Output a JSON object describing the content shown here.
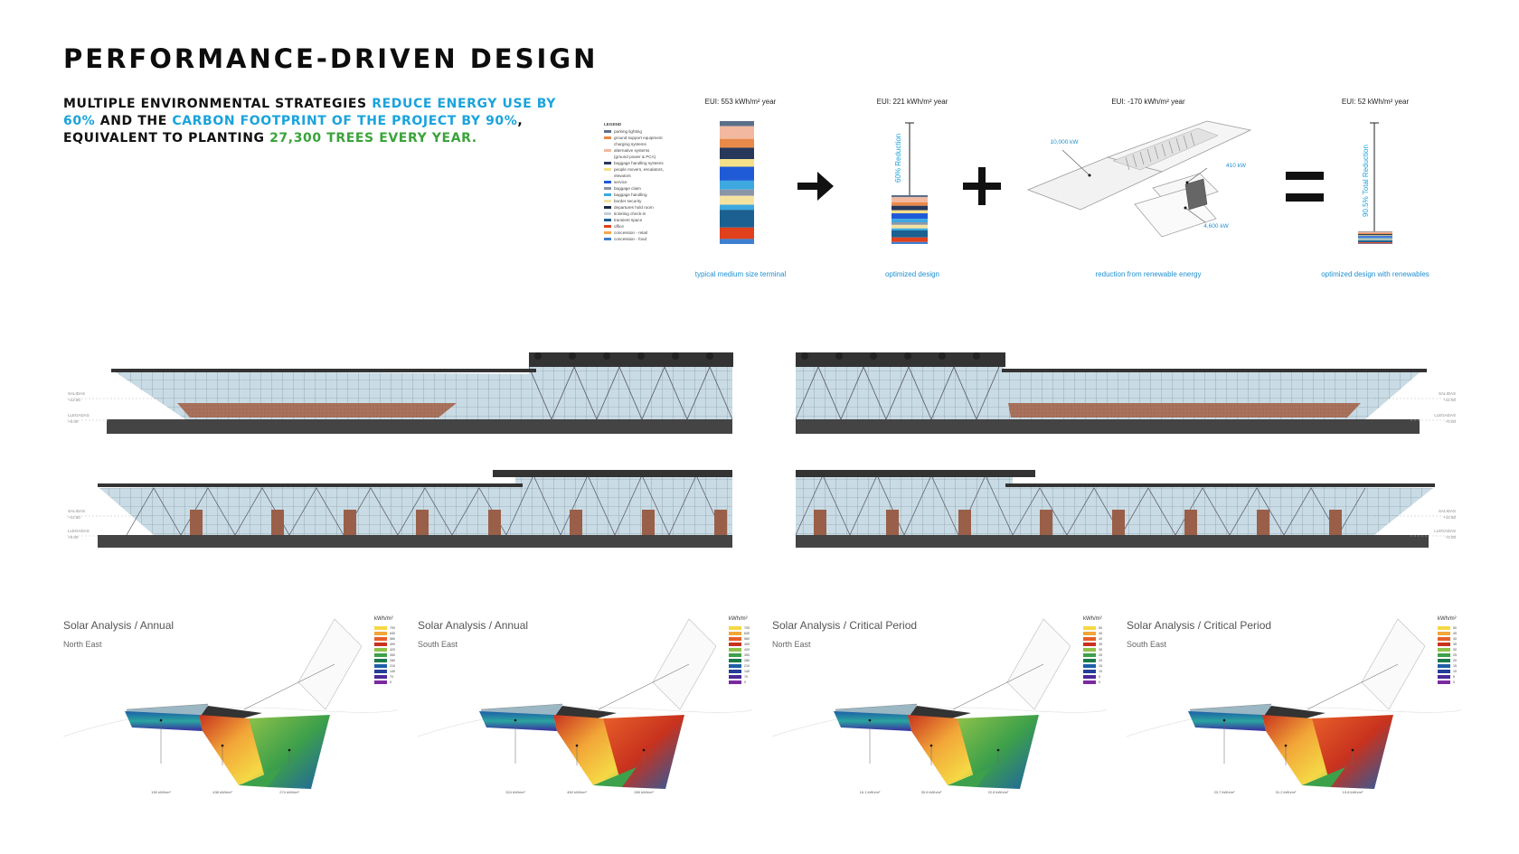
{
  "title": "PERFORMANCE-DRIVEN DESIGN",
  "intro": {
    "p1": "MULTIPLE ENVIRONMENTAL STRATEGIES ",
    "h1": "REDUCE ENERGY USE BY 60%",
    "p2": "AND THE ",
    "h2": "CARBON FOOTPRINT OF THE PROJECT BY 90%",
    "p3": ", EQUIVALENT TO PLANTING ",
    "h3": "27,300 TREES EVERY YEAR."
  },
  "colors": {
    "accent_blue": "#1aa3dc",
    "accent_green": "#3aa33a"
  },
  "energy": {
    "eui_labels": [
      "EUI: 553 kWh/m² year",
      "EUI: 221 kWh/m² year",
      "EUI: -170 kWh/m² year",
      "EUI: 52 kWh/m² year"
    ],
    "captions": [
      "typical medium size terminal",
      "optimized design",
      "reduction from renewable energy",
      "optimized design with renewables"
    ],
    "reduction_1": "60% Reduction",
    "reduction_2": "90.5% Total Reduction",
    "renewables": [
      "10,000 kW",
      "410 kW",
      "4,600 kW"
    ],
    "legend_title": "LEGEND",
    "legend": [
      {
        "label": "parking lighting",
        "color": "#5b6f8a"
      },
      {
        "label": "ground support equipment",
        "color": "#e98a4a"
      },
      {
        "label": "charging systems",
        "color": ""
      },
      {
        "label": "alternative systems",
        "color": "#f2b9a0"
      },
      {
        "label": "(ground power & PCA)",
        "color": ""
      },
      {
        "label": "baggage handling systems",
        "color": "#28385a"
      },
      {
        "label": "people movers, escalators,",
        "color": "#f5e08a"
      },
      {
        "label": "elevators",
        "color": ""
      },
      {
        "label": "service",
        "color": "#1f5bd6"
      },
      {
        "label": "baggage claim",
        "color": "#8b95a8"
      },
      {
        "label": "baggage handling",
        "color": "#3da9e0"
      },
      {
        "label": "border security",
        "color": "#f4e3a0"
      },
      {
        "label": "departures hold room",
        "color": "#1b2a44"
      },
      {
        "label": "ticketing check-in",
        "color": "#c4ccd8"
      },
      {
        "label": "transient space",
        "color": "#1b6090"
      },
      {
        "label": "office",
        "color": "#e0401c"
      },
      {
        "label": "concession - retail",
        "color": "#f4a64a"
      },
      {
        "label": "concession - food",
        "color": "#3f7fd0"
      }
    ],
    "stack_segments": [
      {
        "value": 8,
        "color": "#5b6f8a"
      },
      {
        "value": 20,
        "color": "#f2b9a0"
      },
      {
        "value": 14,
        "color": "#e98a4a"
      },
      {
        "value": 18,
        "color": "#28385a"
      },
      {
        "value": 12,
        "color": "#f5e08a"
      },
      {
        "value": 22,
        "color": "#1f5bd6"
      },
      {
        "value": 14,
        "color": "#3da9e0"
      },
      {
        "value": 10,
        "color": "#8b95a8"
      },
      {
        "value": 14,
        "color": "#f4e3a0"
      },
      {
        "value": 8,
        "color": "#3da9e0"
      },
      {
        "value": 28,
        "color": "#1b6090"
      },
      {
        "value": 18,
        "color": "#e0401c"
      },
      {
        "value": 8,
        "color": "#3f7fd0"
      }
    ]
  },
  "elevations": {
    "level_upper": "SALIDAS",
    "level_upper_value": "+12.50",
    "level_lower": "LLEGADAS",
    "level_lower_value": "+0.00"
  },
  "solar": [
    {
      "title": "Solar Analysis / Annual",
      "sub": "North East",
      "unit": "kWh/m²",
      "scale": [
        "700",
        "630",
        "560",
        "490",
        "420",
        "350",
        "280",
        "210",
        "140",
        "70",
        "0"
      ],
      "values": [
        "190 kWh/m²",
        "438 kWh/m²",
        "274 kWh/m²"
      ]
    },
    {
      "title": "Solar Analysis / Annual",
      "sub": "South East",
      "unit": "kWh/m²",
      "scale": [
        "700",
        "630",
        "560",
        "490",
        "420",
        "350",
        "280",
        "210",
        "140",
        "70",
        "0"
      ],
      "values": [
        "324 kWh/m²",
        "450 kWh/m²",
        "285 kWh/m²"
      ]
    },
    {
      "title": "Solar Analysis / Critical Period",
      "sub": "North East",
      "unit": "kWh/m²",
      "scale": [
        "50",
        "45",
        "40",
        "35",
        "30",
        "25",
        "20",
        "15",
        "10",
        "5",
        "0"
      ],
      "values": [
        "16.1 kWh/m²",
        "30.6 kWh/m²",
        "22.8 kWh/m²"
      ]
    },
    {
      "title": "Solar Analysis / Critical Period",
      "sub": "South East",
      "unit": "kWh/m²",
      "scale": [
        "50",
        "45",
        "40",
        "35",
        "30",
        "25",
        "20",
        "15",
        "10",
        "5",
        "0"
      ],
      "values": [
        "23.7 kWh/m²",
        "31.2 kWh/m²",
        "19.8 kWh/m²"
      ]
    }
  ],
  "scale_colors": [
    "#f5d845",
    "#f2a638",
    "#e8602a",
    "#c8321e",
    "#8fc24a",
    "#3da04a",
    "#1b7a4a",
    "#1d5fa8",
    "#233f9a",
    "#4a2a98",
    "#7a2aa0"
  ]
}
